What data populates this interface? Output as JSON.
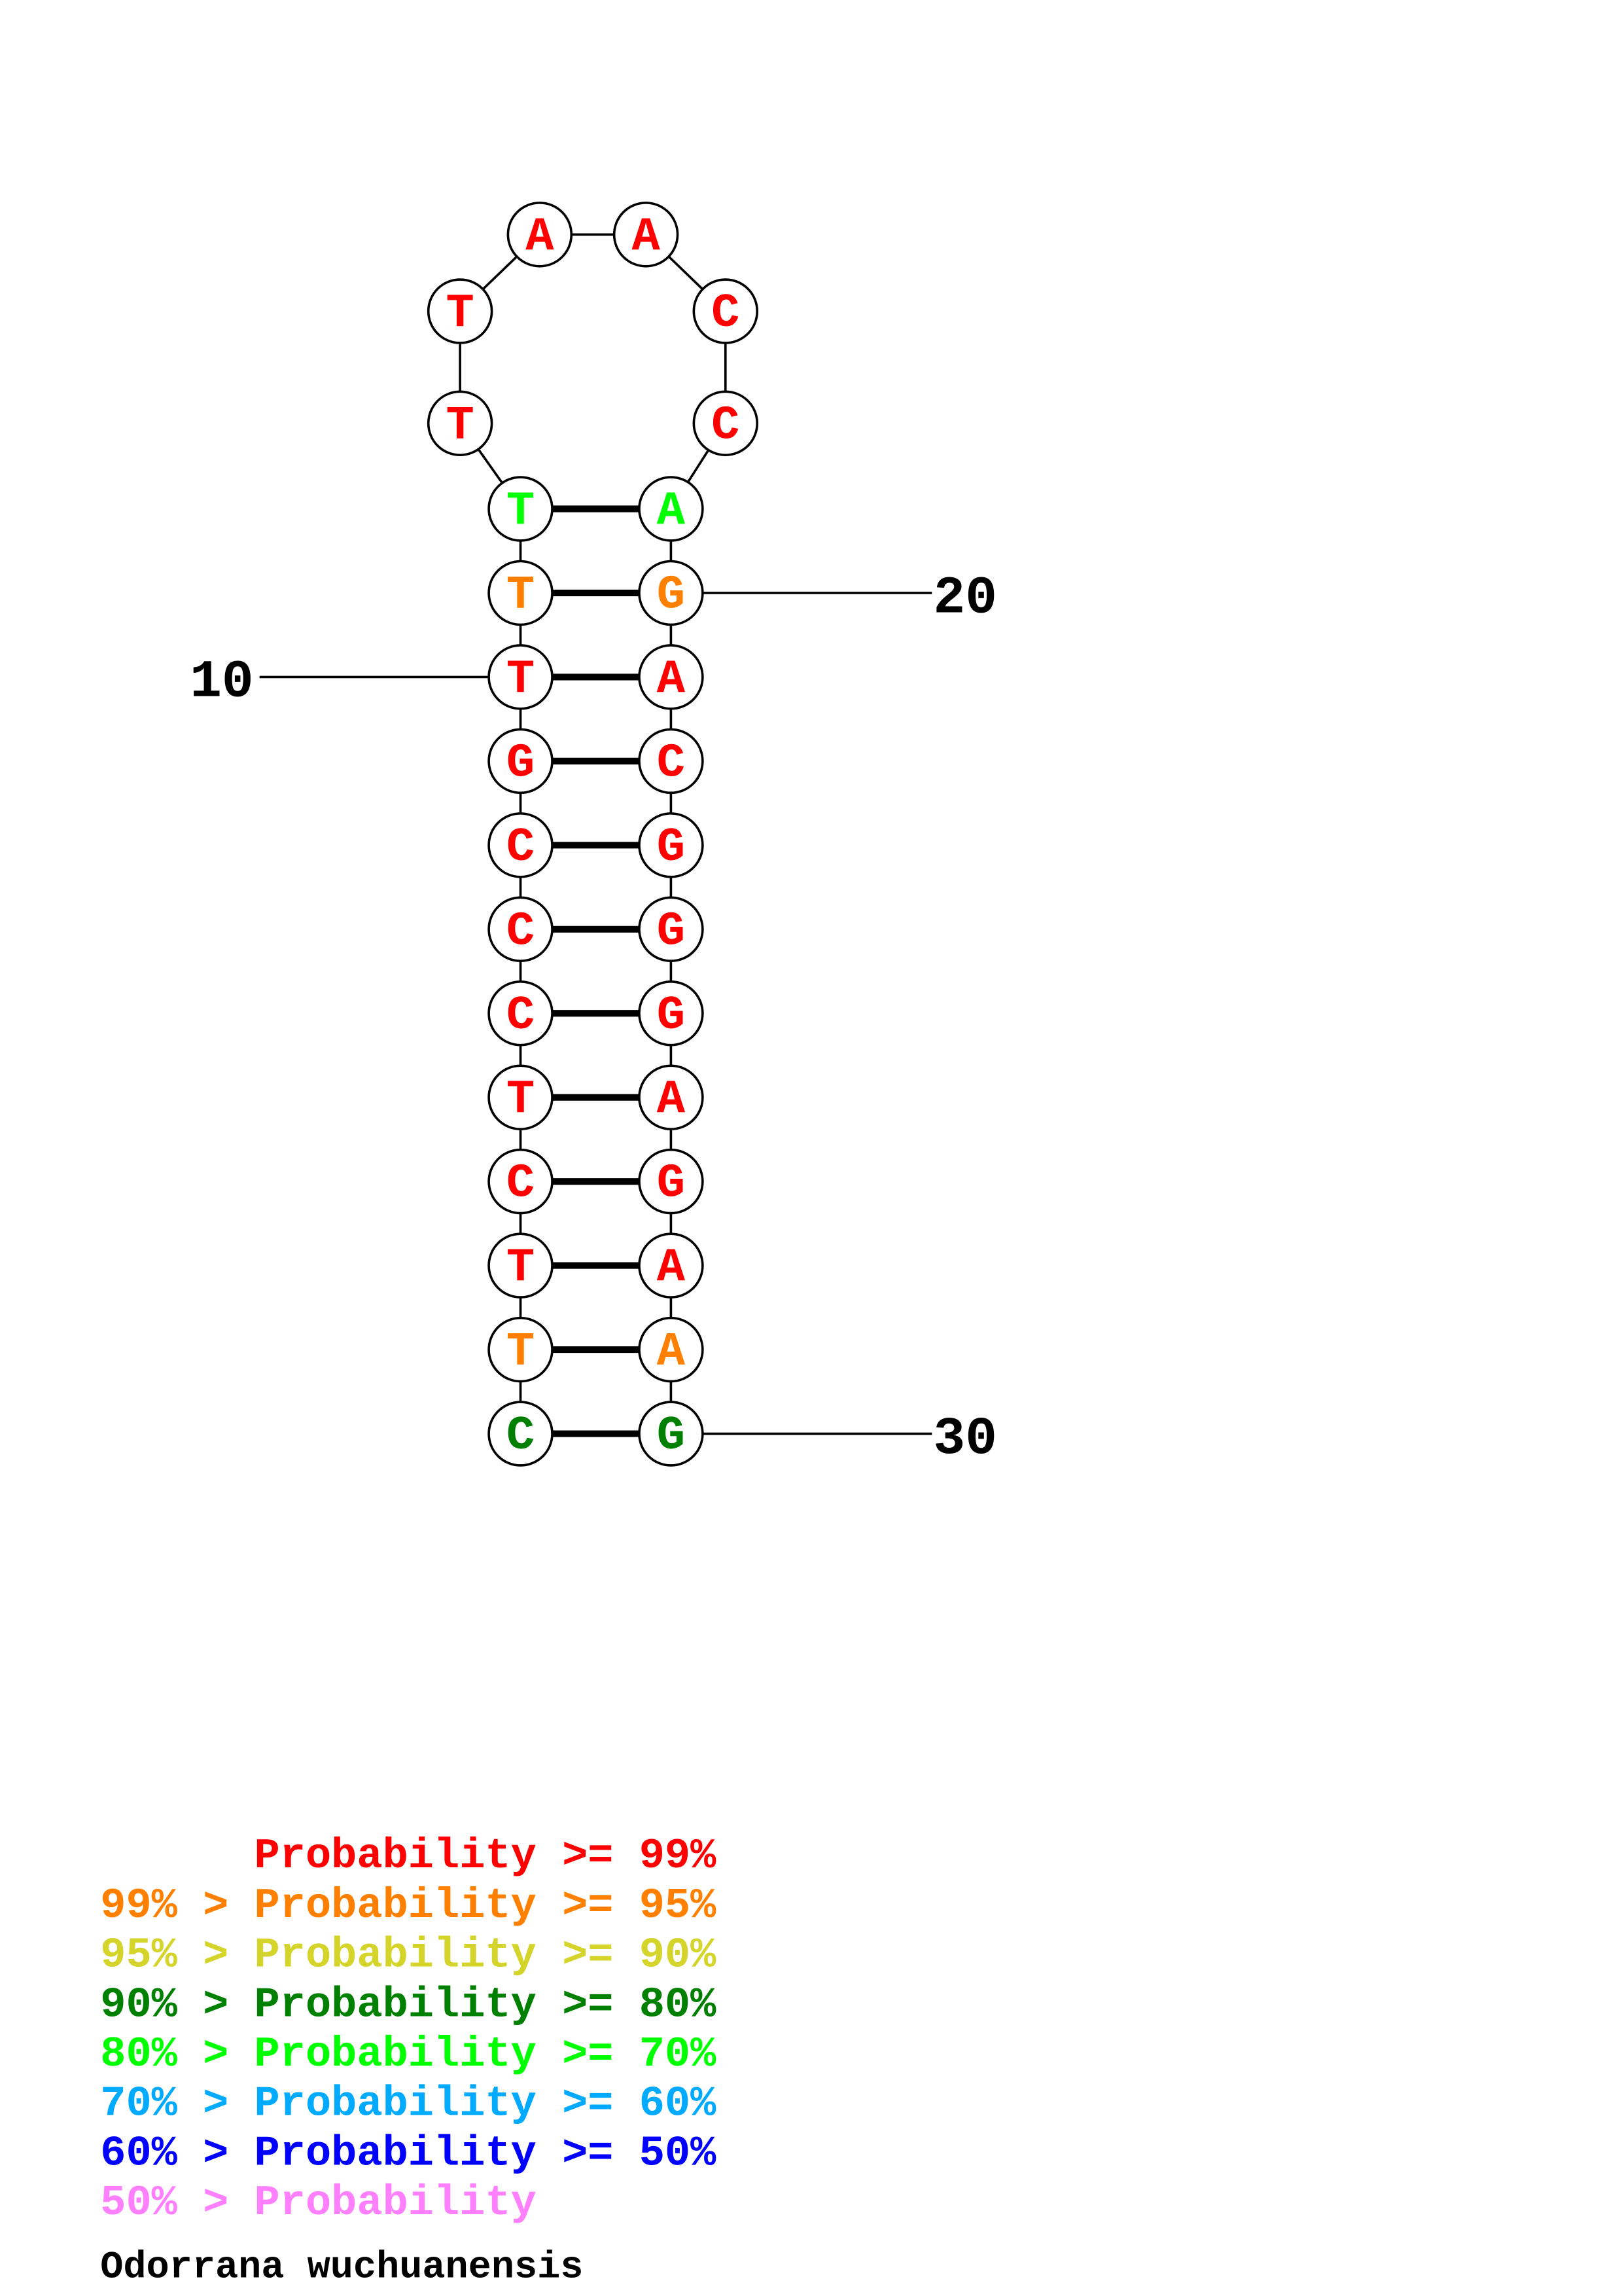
{
  "title": "Odorrana wuchuanensis",
  "colors": {
    "p99": "#ff0000",
    "p95": "#ff8000",
    "p90": "#d4d42a",
    "p80": "#008000",
    "p70": "#00ff00",
    "p60": "#00aaff",
    "p50": "#0000ff",
    "plow": "#ff80ff"
  },
  "sequence": [
    {
      "n": 1,
      "base": "C",
      "prob": "p80"
    },
    {
      "n": 2,
      "base": "T",
      "prob": "p95"
    },
    {
      "n": 3,
      "base": "T",
      "prob": "p99"
    },
    {
      "n": 4,
      "base": "C",
      "prob": "p99"
    },
    {
      "n": 5,
      "base": "T",
      "prob": "p99"
    },
    {
      "n": 6,
      "base": "C",
      "prob": "p99"
    },
    {
      "n": 7,
      "base": "C",
      "prob": "p99"
    },
    {
      "n": 8,
      "base": "C",
      "prob": "p99"
    },
    {
      "n": 9,
      "base": "G",
      "prob": "p99"
    },
    {
      "n": 10,
      "base": "T",
      "prob": "p99"
    },
    {
      "n": 11,
      "base": "T",
      "prob": "p95"
    },
    {
      "n": 12,
      "base": "T",
      "prob": "p70"
    },
    {
      "n": 13,
      "base": "T",
      "prob": "p99"
    },
    {
      "n": 14,
      "base": "T",
      "prob": "p99"
    },
    {
      "n": 15,
      "base": "A",
      "prob": "p99"
    },
    {
      "n": 16,
      "base": "A",
      "prob": "p99"
    },
    {
      "n": 17,
      "base": "C",
      "prob": "p99"
    },
    {
      "n": 18,
      "base": "C",
      "prob": "p99"
    },
    {
      "n": 19,
      "base": "A",
      "prob": "p70"
    },
    {
      "n": 20,
      "base": "G",
      "prob": "p95"
    },
    {
      "n": 21,
      "base": "A",
      "prob": "p99"
    },
    {
      "n": 22,
      "base": "C",
      "prob": "p99"
    },
    {
      "n": 23,
      "base": "G",
      "prob": "p99"
    },
    {
      "n": 24,
      "base": "G",
      "prob": "p99"
    },
    {
      "n": 25,
      "base": "G",
      "prob": "p99"
    },
    {
      "n": 26,
      "base": "A",
      "prob": "p99"
    },
    {
      "n": 27,
      "base": "G",
      "prob": "p99"
    },
    {
      "n": 28,
      "base": "A",
      "prob": "p99"
    },
    {
      "n": 29,
      "base": "A",
      "prob": "p95"
    },
    {
      "n": 30,
      "base": "G",
      "prob": "p80"
    }
  ],
  "pairs": [
    [
      1,
      30
    ],
    [
      2,
      29
    ],
    [
      3,
      28
    ],
    [
      4,
      27
    ],
    [
      5,
      26
    ],
    [
      6,
      25
    ],
    [
      7,
      24
    ],
    [
      8,
      23
    ],
    [
      9,
      22
    ],
    [
      10,
      21
    ],
    [
      11,
      20
    ],
    [
      12,
      19
    ]
  ],
  "position_labels": [
    {
      "n": 10,
      "text": "10"
    },
    {
      "n": 20,
      "text": "20"
    },
    {
      "n": 30,
      "text": "30"
    }
  ],
  "legend": [
    {
      "prefix": "    ",
      "text": "    Probability >= 99%",
      "full": "      Probability >= 99%",
      "prob": "p99"
    },
    {
      "full": "99% > Probability >= 95%",
      "prob": "p95"
    },
    {
      "full": "95% > Probability >= 90%",
      "prob": "p90"
    },
    {
      "full": "90% > Probability >= 80%",
      "prob": "p80"
    },
    {
      "full": "80% > Probability >= 70%",
      "prob": "p70"
    },
    {
      "full": "70% > Probability >= 60%",
      "prob": "p60"
    },
    {
      "full": "60% > Probability >= 50%",
      "prob": "p50"
    },
    {
      "full": "50% > Probability",
      "prob": "plow"
    }
  ]
}
